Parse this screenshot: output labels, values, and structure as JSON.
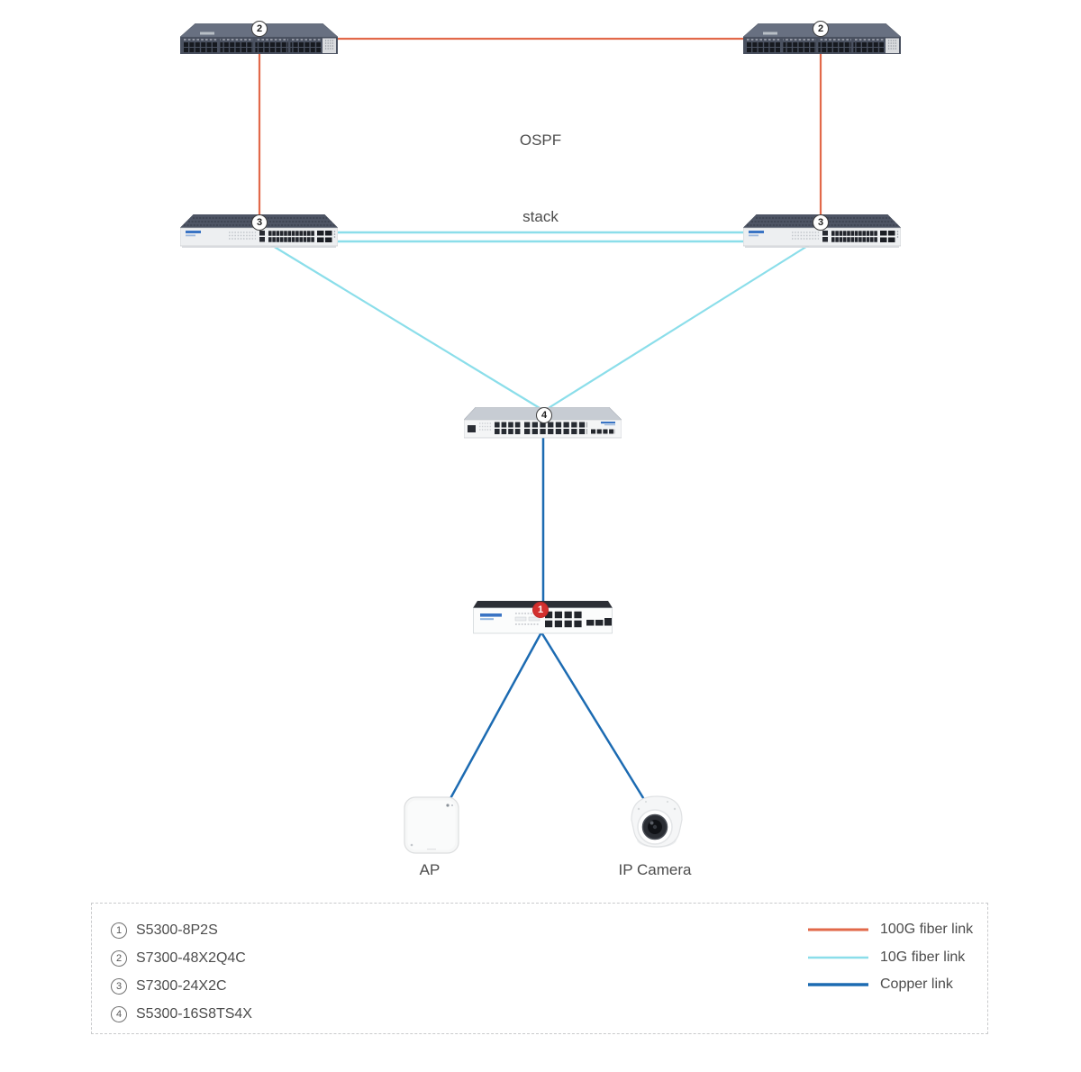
{
  "diagram": {
    "labels": {
      "ospf": "OSPF",
      "stack": "stack",
      "ap": "AP",
      "ip_camera": "IP Camera"
    },
    "badges": [
      {
        "device": "core-switch-left",
        "num": "2"
      },
      {
        "device": "core-switch-right",
        "num": "2"
      },
      {
        "device": "distribution-switch-left",
        "num": "3"
      },
      {
        "device": "distribution-switch-right",
        "num": "3"
      },
      {
        "device": "access-switch",
        "num": "4"
      },
      {
        "device": "poe-switch",
        "num": "1"
      }
    ]
  },
  "legend": {
    "devices": [
      {
        "num": "1",
        "name": "S5300-8P2S"
      },
      {
        "num": "2",
        "name": "S7300-48X2Q4C"
      },
      {
        "num": "3",
        "name": "S7300-24X2C"
      },
      {
        "num": "4",
        "name": "S5300-16S8TS4X"
      }
    ],
    "links": [
      {
        "label": "100G fiber link",
        "color": "#E2694A"
      },
      {
        "label": "10G fiber link",
        "color": "#8BDEEA"
      },
      {
        "label": "Copper link",
        "color": "#1C6BB2"
      }
    ]
  },
  "colors": {
    "badge_red": "#D3302F",
    "text": "#4C4C4C"
  }
}
